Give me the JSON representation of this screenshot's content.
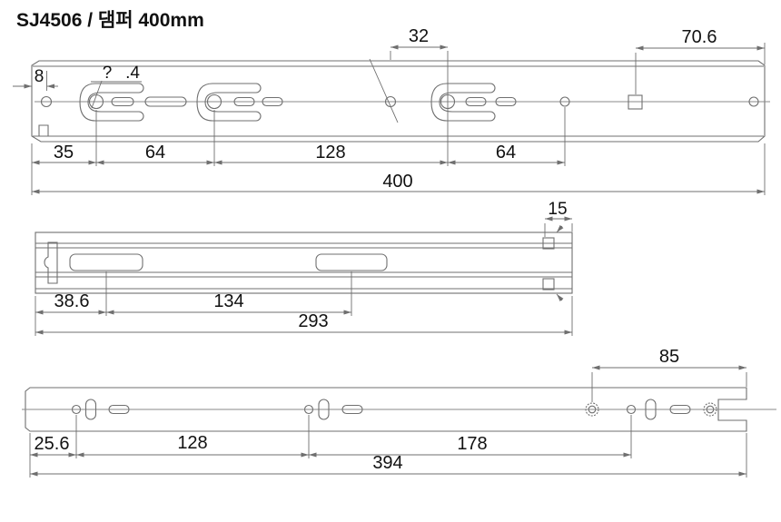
{
  "title": "SJ4506 / 댐퍼 400mm",
  "colors": {
    "line": "#6f6f6f",
    "text": "#111111",
    "background": "#ffffff"
  },
  "outer_rail": {
    "dims": {
      "end_offset": "8",
      "hole_q": "?",
      "hole_d": ".4",
      "d32": "32",
      "d70_6": "70.6",
      "d35": "35",
      "d64a": "64",
      "d128": "128",
      "d64b": "64",
      "total": "400"
    }
  },
  "middle_rail": {
    "dims": {
      "d15": "15",
      "d38_6": "38.6",
      "d134": "134",
      "total": "293"
    }
  },
  "inner_rail": {
    "dims": {
      "d85": "85",
      "d25_6": "25.6",
      "d128": "128",
      "d178": "178",
      "total": "394"
    }
  }
}
